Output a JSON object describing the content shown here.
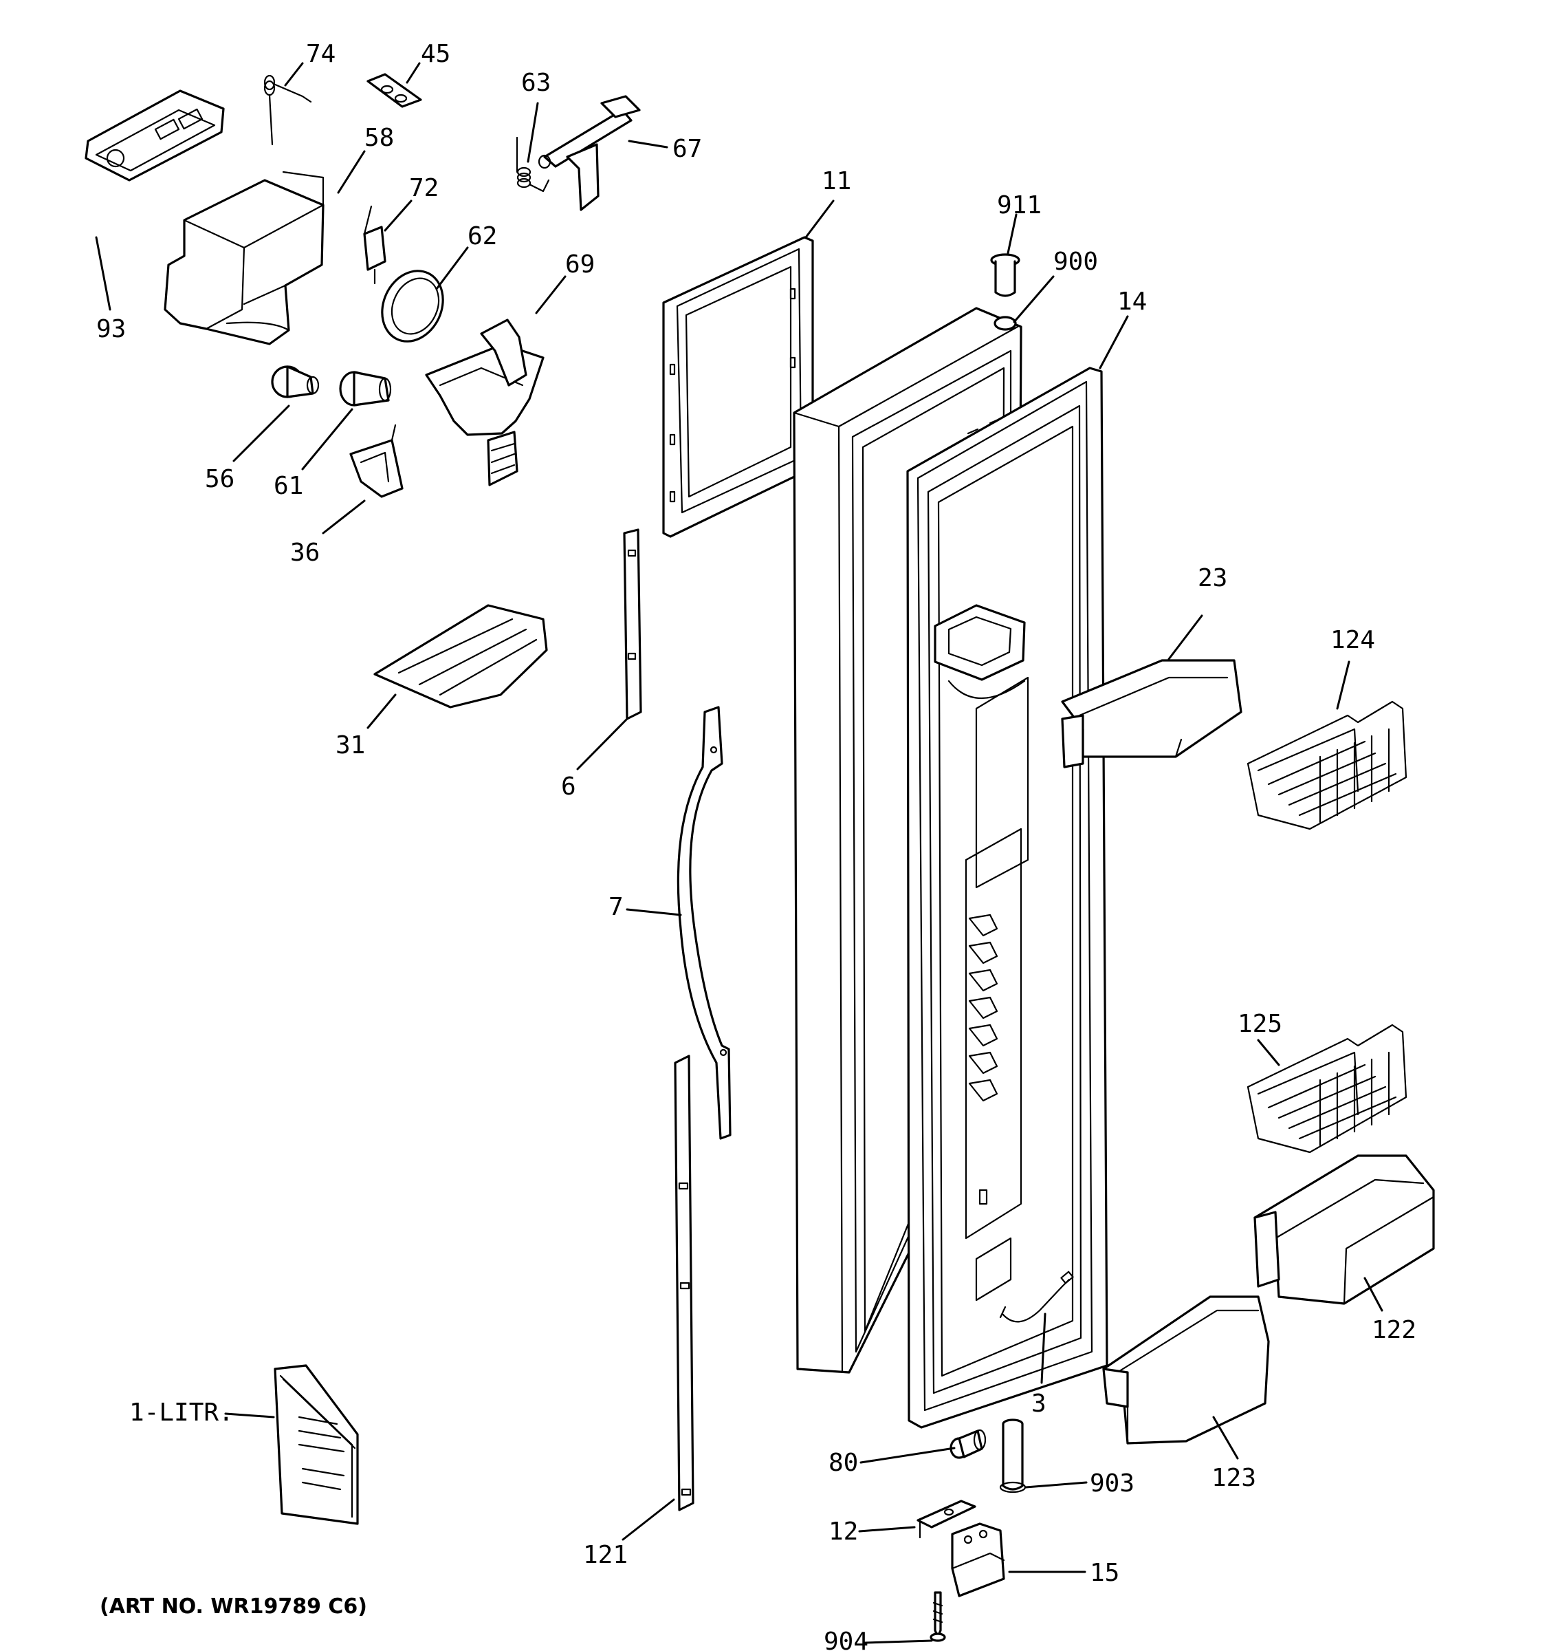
{
  "art_number": "(ART NO. WR19789 C6)",
  "callouts": {
    "c74": "74",
    "c45": "45",
    "c63": "63",
    "c67": "67",
    "c58": "58",
    "c72": "72",
    "c62": "62",
    "c69": "69",
    "c93": "93",
    "c56": "56",
    "c61": "61",
    "c36": "36",
    "c11": "11",
    "c911": "911",
    "c900": "900",
    "c14": "14",
    "c31": "31",
    "c6": "6",
    "c23": "23",
    "c124": "124",
    "c7": "7",
    "c125": "125",
    "c122": "122",
    "c1litr": "1-LITR.",
    "c3": "3",
    "c123": "123",
    "c80": "80",
    "c903": "903",
    "c121": "121",
    "c12": "12",
    "c15": "15",
    "c904": "904"
  }
}
